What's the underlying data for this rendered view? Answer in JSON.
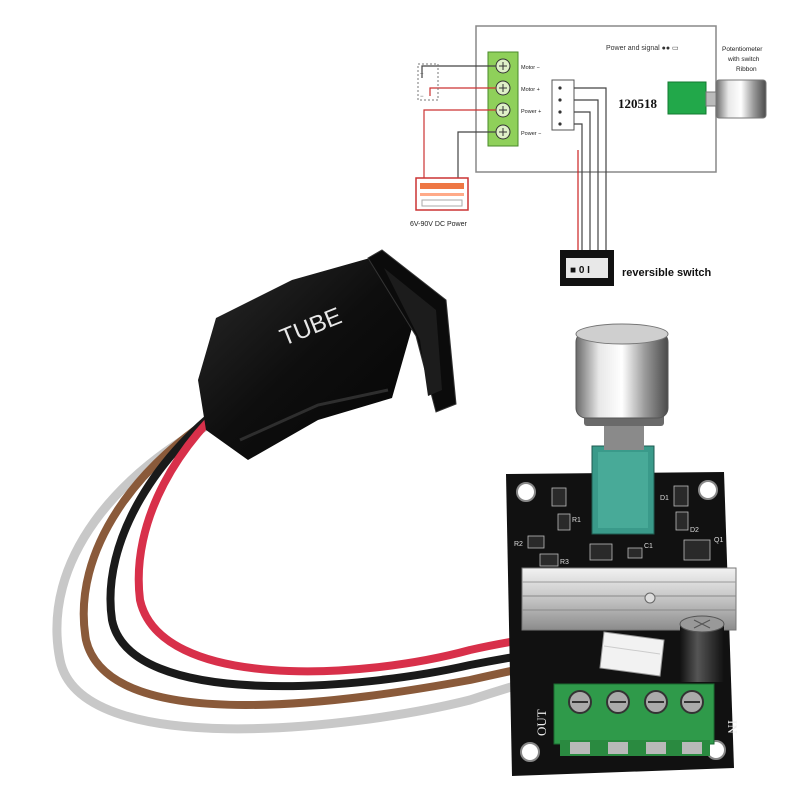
{
  "diagram": {
    "header_note": "Power and signal ●● ▭",
    "pot_label_line1": "Potentiometer",
    "pot_label_line2": "with switch",
    "pot_label_line3": "Ribbon",
    "chip_label": "120518",
    "terminal_labels": [
      "Motor −",
      "Motor +",
      "Power +",
      "Power −"
    ],
    "battery_label": "6V-90V DC Power",
    "switch_label": "reversible switch",
    "switch_glyph": "■ 0 I"
  },
  "photo": {
    "tube_text": "TUBE",
    "out_label": "OUT",
    "in_label": "IN",
    "silk_labels": [
      "R1",
      "R2",
      "R3",
      "D1",
      "D2",
      "Q1",
      "C1"
    ]
  },
  "colors": {
    "terminal_green": "#7fc24a",
    "pcb_black": "#111111",
    "wire_red": "#d8304a",
    "wire_brown": "#8a5a3a",
    "wire_gray": "#c8c8c8",
    "pot_blue": "#3a9a8a"
  }
}
